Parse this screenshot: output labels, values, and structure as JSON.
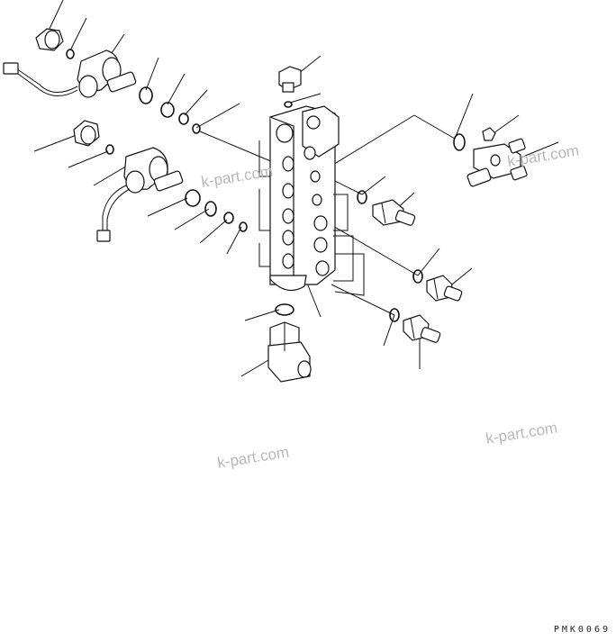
{
  "drawing": {
    "watermarks": [
      "k-part.com",
      "k-part.com",
      "k-part.com",
      "k-part.com"
    ],
    "doc_code": "PMK0069"
  }
}
